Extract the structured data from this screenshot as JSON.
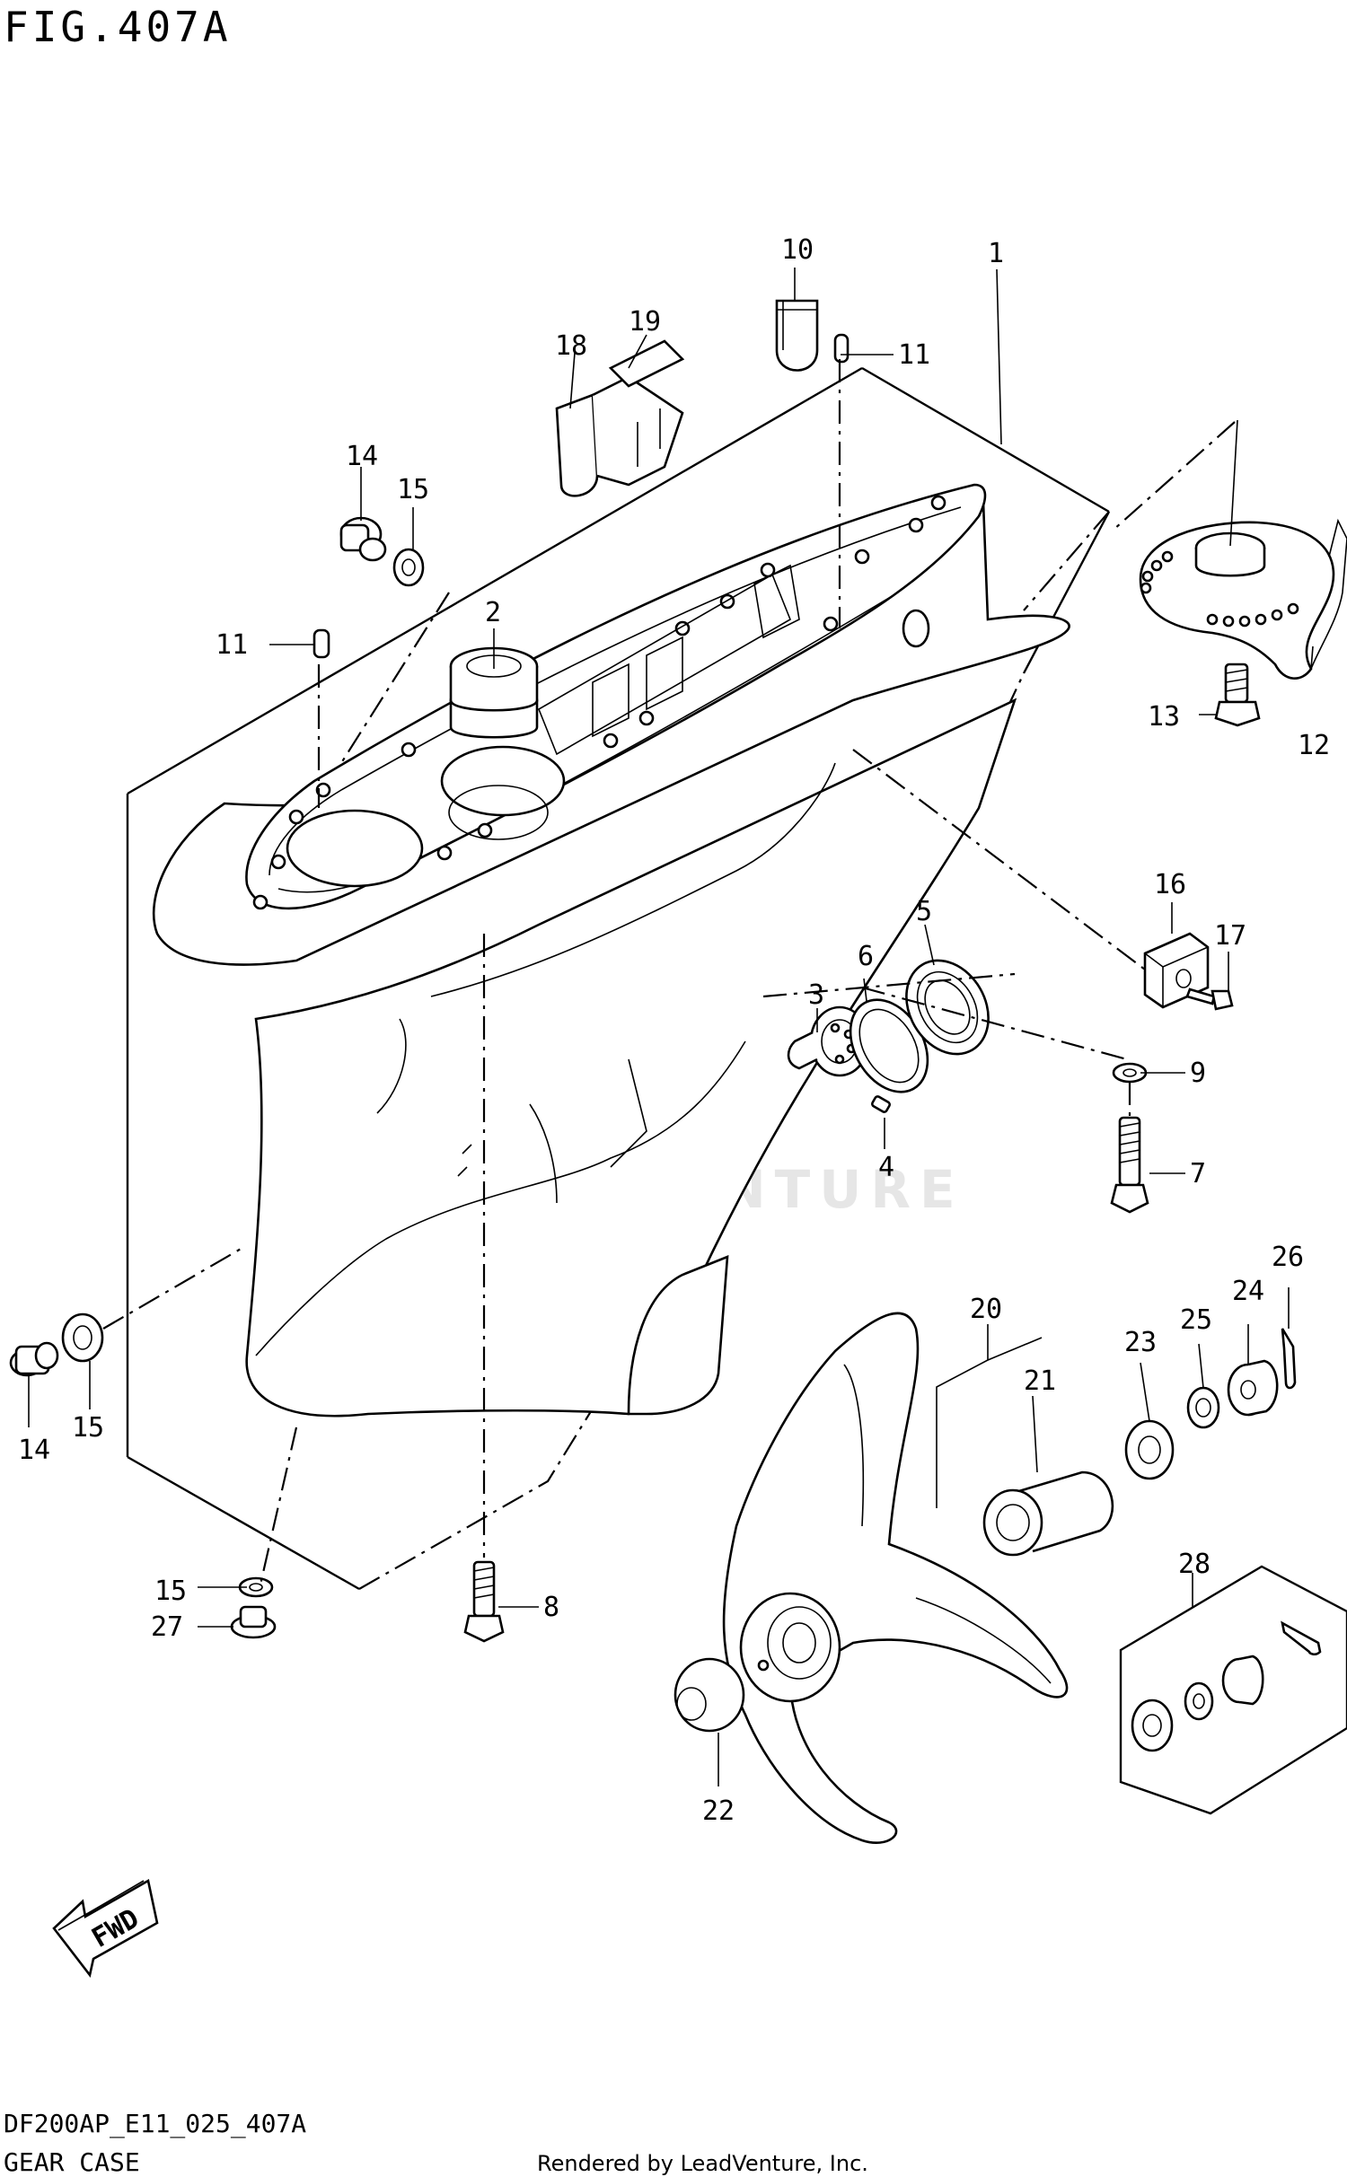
{
  "figure": {
    "title": "FIG.407A",
    "model_code": "DF200AP_E11_025_407A",
    "section_name": "GEAR CASE",
    "credit": "Rendered by LeadVenture, Inc.",
    "watermark": "LEADVENTURE",
    "fwd_label": "FWD"
  },
  "callouts": {
    "c1": "1",
    "c2": "2",
    "c3": "3",
    "c4": "4",
    "c5": "5",
    "c6": "6",
    "c7": "7",
    "c8": "8",
    "c9": "9",
    "c10": "10",
    "c11a": "11",
    "c11b": "11",
    "c12": "12",
    "c13": "13",
    "c14a": "14",
    "c14b": "14",
    "c15a": "15",
    "c15b": "15",
    "c15c": "15",
    "c16": "16",
    "c17": "17",
    "c18": "18",
    "c19": "19",
    "c20": "20",
    "c21": "21",
    "c22": "22",
    "c23": "23",
    "c24": "24",
    "c25": "25",
    "c26": "26",
    "c27": "27",
    "c28": "28"
  }
}
